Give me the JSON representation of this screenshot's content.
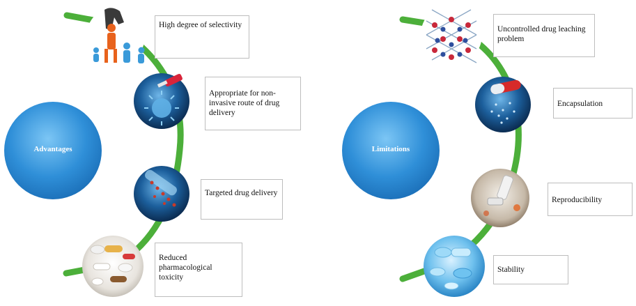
{
  "advantages": {
    "title": "Advantages",
    "items": [
      {
        "text": "High degree of selectivity",
        "icon": "selection-hand-icon"
      },
      {
        "text": "Appropriate for non-invasive route of drug delivery",
        "icon": "virus-syringe-icon"
      },
      {
        "text": "Targeted drug delivery",
        "icon": "molecule-tube-icon"
      },
      {
        "text": "Reduced pharmacological toxicity",
        "icon": "pills-icon"
      }
    ]
  },
  "limitations": {
    "title": "Limitations",
    "items": [
      {
        "text": "Uncontrolled drug leaching problem",
        "icon": "lattice-icon"
      },
      {
        "text": "Encapsulation",
        "icon": "capsule-icon"
      },
      {
        "text": "Reproducibility",
        "icon": "lab-robot-icon"
      },
      {
        "text": "Stability",
        "icon": "tablets-icon"
      }
    ]
  },
  "colors": {
    "hub_blue": "#2f8fd8",
    "connector_green": "#4caf3a"
  }
}
